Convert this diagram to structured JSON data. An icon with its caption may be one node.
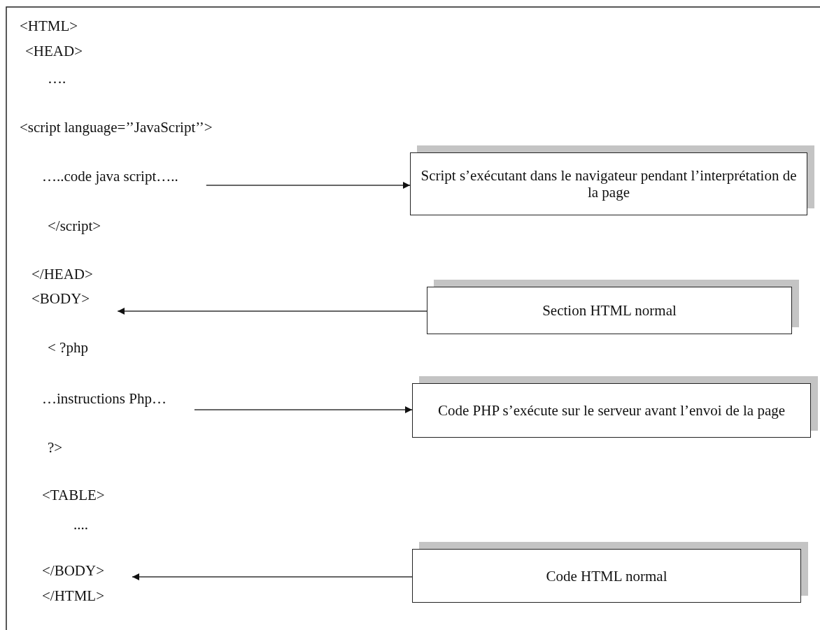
{
  "diagram": {
    "nodes": [
      {
        "text": [
          "…..code java script….."
        ]
      },
      {
        "text": [
          "Script s’exécutant dans le navigateur pendant l’interprétation de la page"
        ]
      },
      {
        "text": [
          "<BODY>"
        ]
      },
      {
        "text": [
          "Section HTML normal"
        ]
      },
      {
        "text": [
          "…instructions Php…"
        ]
      },
      {
        "text": [
          "Code PHP s’exécute sur le serveur avant l’envoi de la page"
        ]
      },
      {
        "text": [
          "</BODY>"
        ]
      },
      {
        "text": [
          "Code HTML normal"
        ]
      }
    ],
    "edges": [
      {
        "from": 0,
        "to": 1,
        "arrow": "to"
      },
      {
        "from": 3,
        "to": 2,
        "arrow": "to"
      },
      {
        "from": 4,
        "to": 5,
        "arrow": "to"
      },
      {
        "from": 7,
        "to": 6,
        "arrow": "to"
      }
    ],
    "labels": [
      "<HTML>",
      "<HEAD>",
      "….",
      "<script language=’’JavaScript’’>",
      "</script>",
      "</HEAD>",
      "< ?php",
      "?>",
      "<TABLE>",
      "....",
      "</HTML>"
    ]
  }
}
